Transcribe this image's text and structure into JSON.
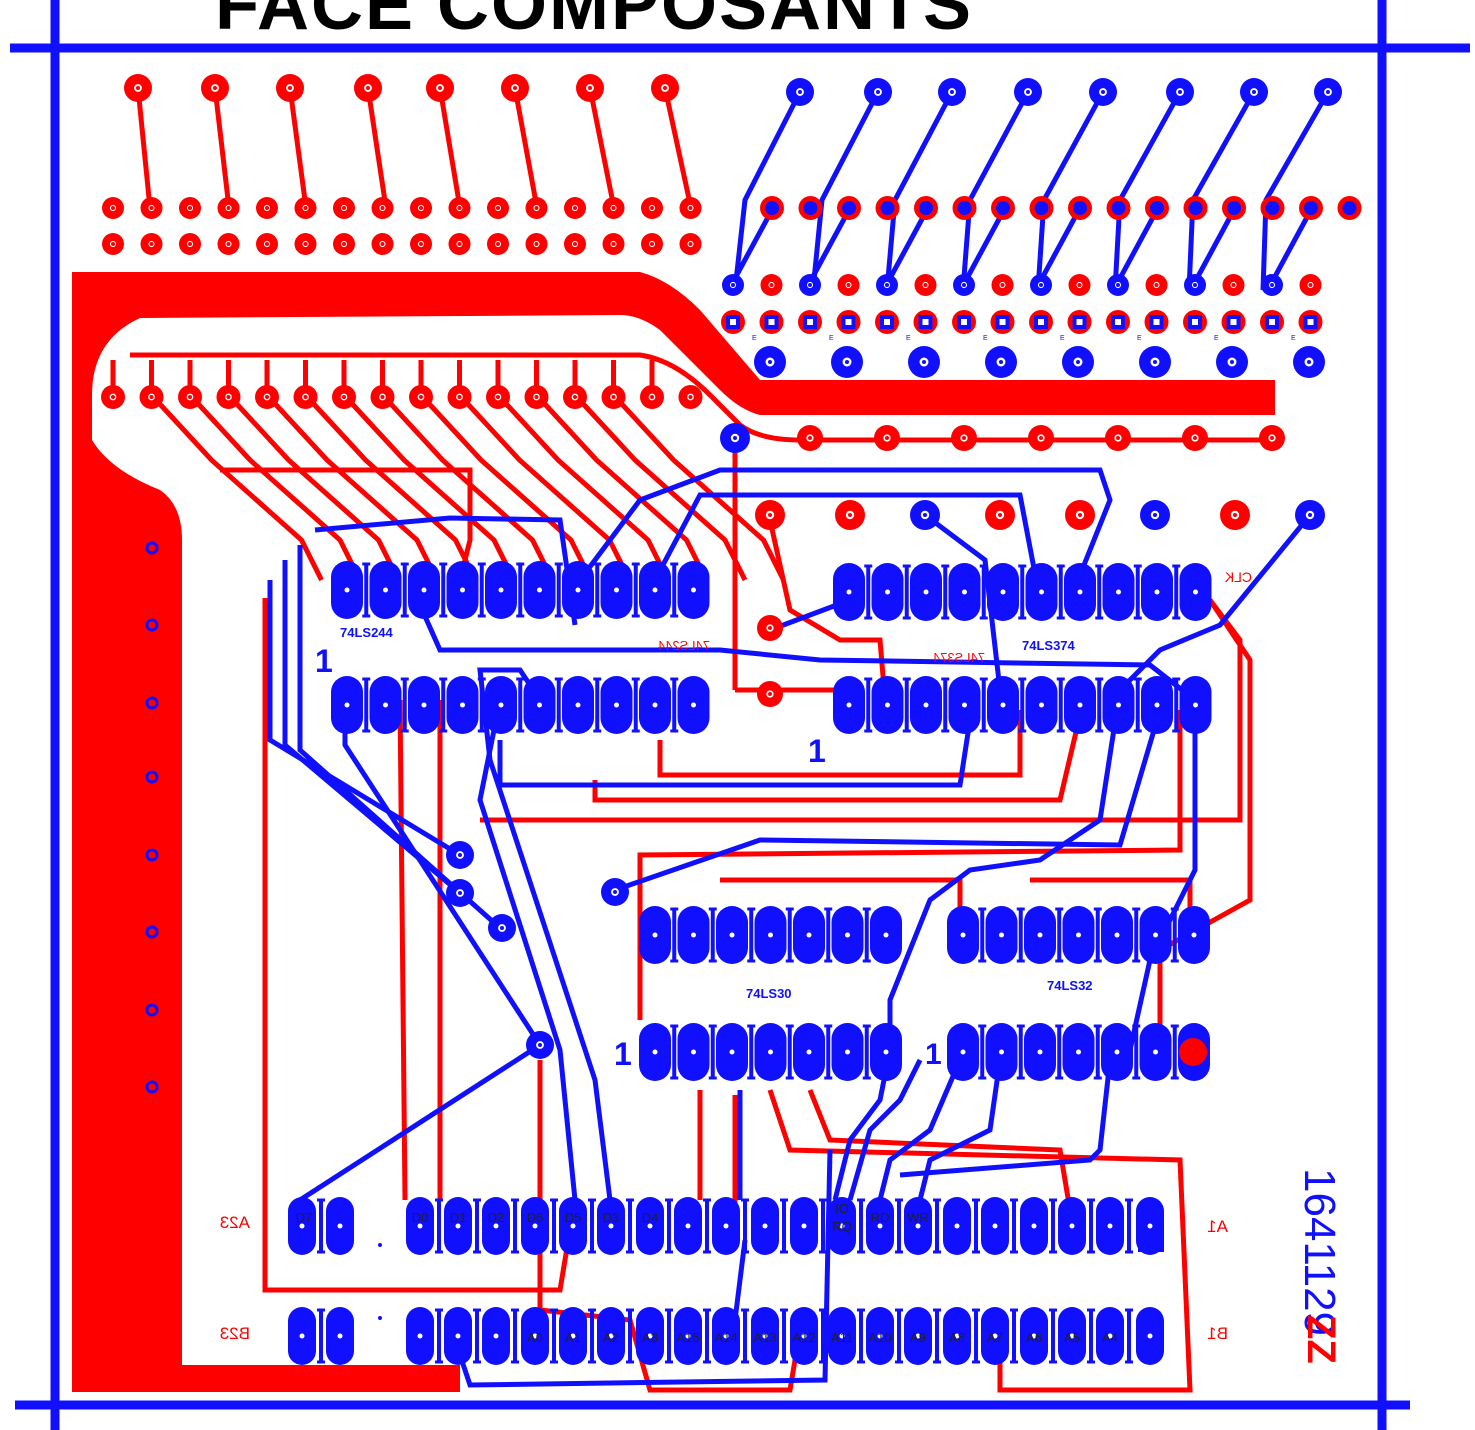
{
  "page": {
    "title": "FACE COMPOSANTS"
  },
  "colors": {
    "top_layer": "#ff0000",
    "bottom_layer": "#1010ff",
    "frame": "#1010ff",
    "title": "#000000",
    "background": "#ffffff"
  },
  "chips": {
    "u1": "74LS244",
    "u2": "74LS374",
    "u3": "74LS30",
    "u4": "74LS32",
    "u1_mirrored": "74LS244",
    "u2_mirrored": "74LS374",
    "pin1_marker": "1",
    "clk": "CLK"
  },
  "connector": {
    "row_a": {
      "end_left": "A23",
      "end_right": "A1",
      "pins": [
        "D7",
        "D0",
        "D1",
        "D2",
        "D6",
        "D5",
        "D3",
        "D4",
        "IO",
        "RQ",
        "RD",
        "WR"
      ]
    },
    "row_b": {
      "end_left": "B23",
      "end_right": "B1",
      "pins": [
        "A0",
        "A1",
        "A2",
        "A3",
        "A15",
        "A14",
        "A13",
        "A12",
        "A11",
        "A10",
        "A9",
        "A8",
        "A7",
        "A6",
        "A5",
        "A4"
      ]
    },
    "small_marks": "E"
  },
  "board_id": {
    "code": "1641129",
    "suffix": "ZZ"
  }
}
